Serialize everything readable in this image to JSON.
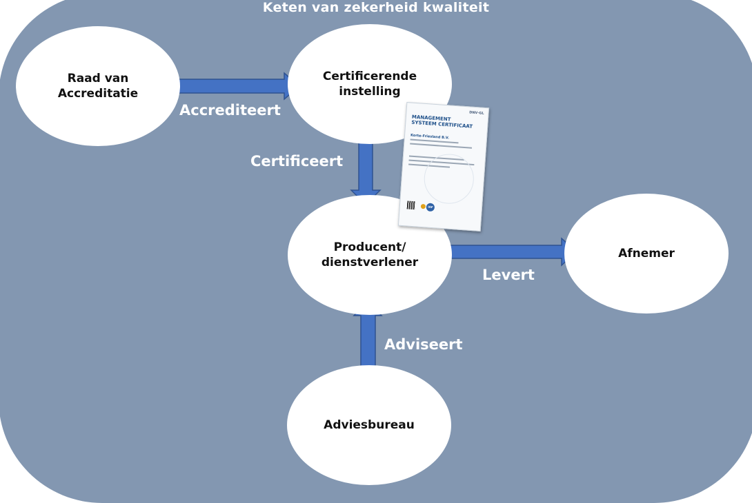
{
  "title": "Keten van zekerheid kwaliteit",
  "nodes": {
    "raad": "Raad van\nAccreditatie",
    "certificerende": "Certificerende\ninstelling",
    "producent": "Producent/\ndienstverlener",
    "afnemer": "Afnemer",
    "adviesbureau": "Adviesbureau"
  },
  "edges": {
    "accrediteert": "Accrediteert",
    "certificeert": "Certificeert",
    "levert": "Levert",
    "adviseert": "Adviseert"
  },
  "certificate": {
    "header": "DNV·GL",
    "title": "MANAGEMENT\nSYSTEEM CERTIFICAAT",
    "company": "Korte-Friesland B.V."
  },
  "colors": {
    "panel": "#8397b1",
    "arrow_fill": "#4472c4",
    "arrow_stroke": "#2f528f",
    "node": "#ffffff"
  }
}
